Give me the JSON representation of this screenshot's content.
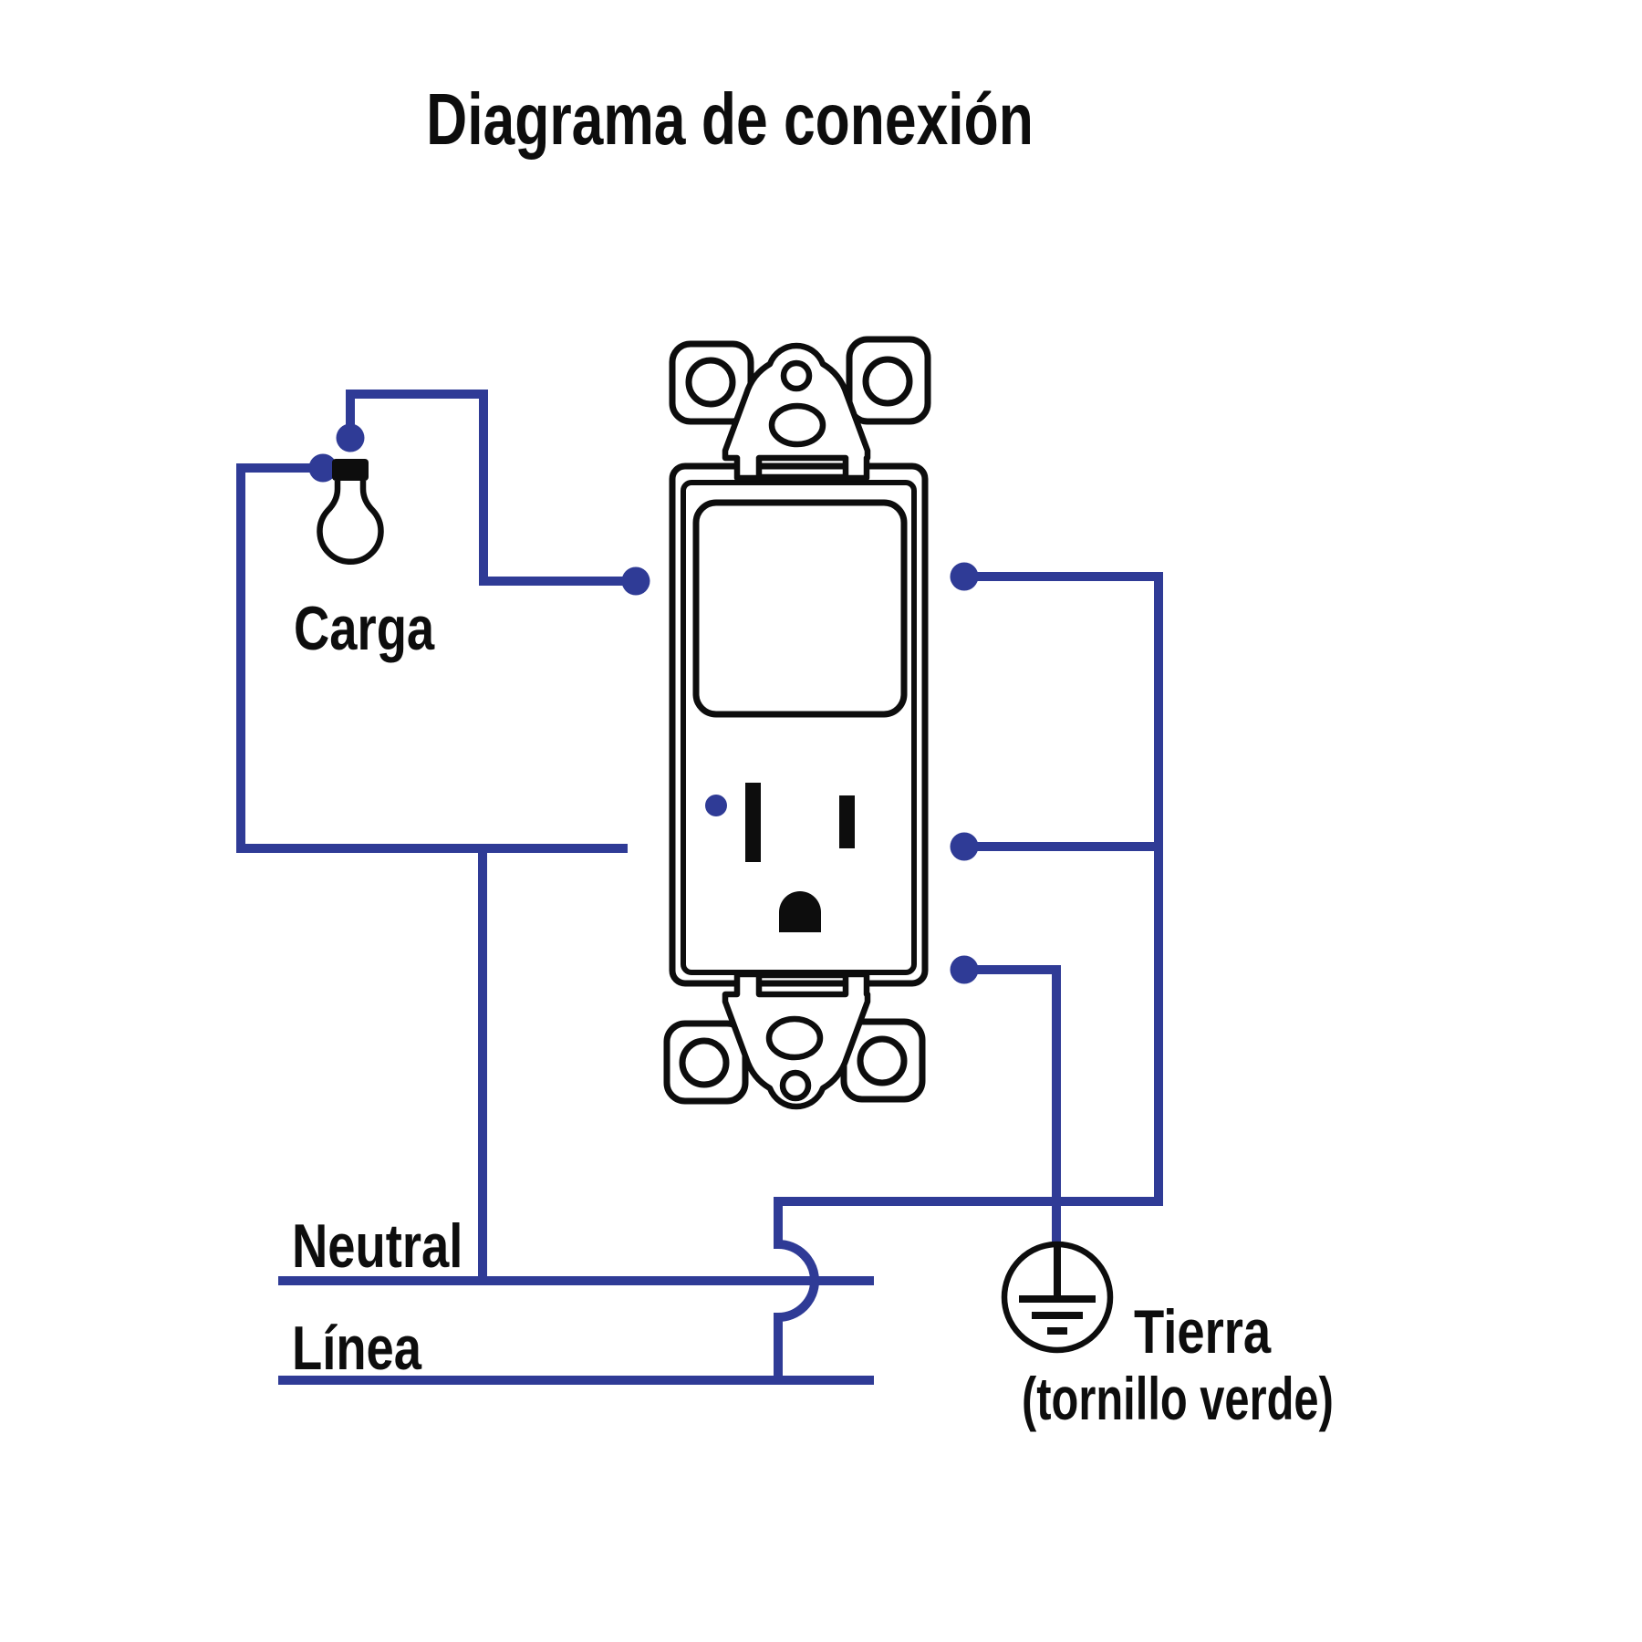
{
  "title": "Diagrama de conexión",
  "labels": {
    "carga": "Carga",
    "neutral": "Neutral",
    "linea": "Línea",
    "tierra": "Tierra",
    "tierra_note": "(tornillo verde)"
  },
  "colors": {
    "wire": "#2f3b96",
    "ink": "#0d0d0d",
    "background": "#ffffff"
  },
  "device": {
    "kind": "switch-and-outlet-combo",
    "terminals": [
      "carga-switch-terminal",
      "switch-line-terminal",
      "outlet-line-terminal",
      "ground-terminal"
    ]
  }
}
